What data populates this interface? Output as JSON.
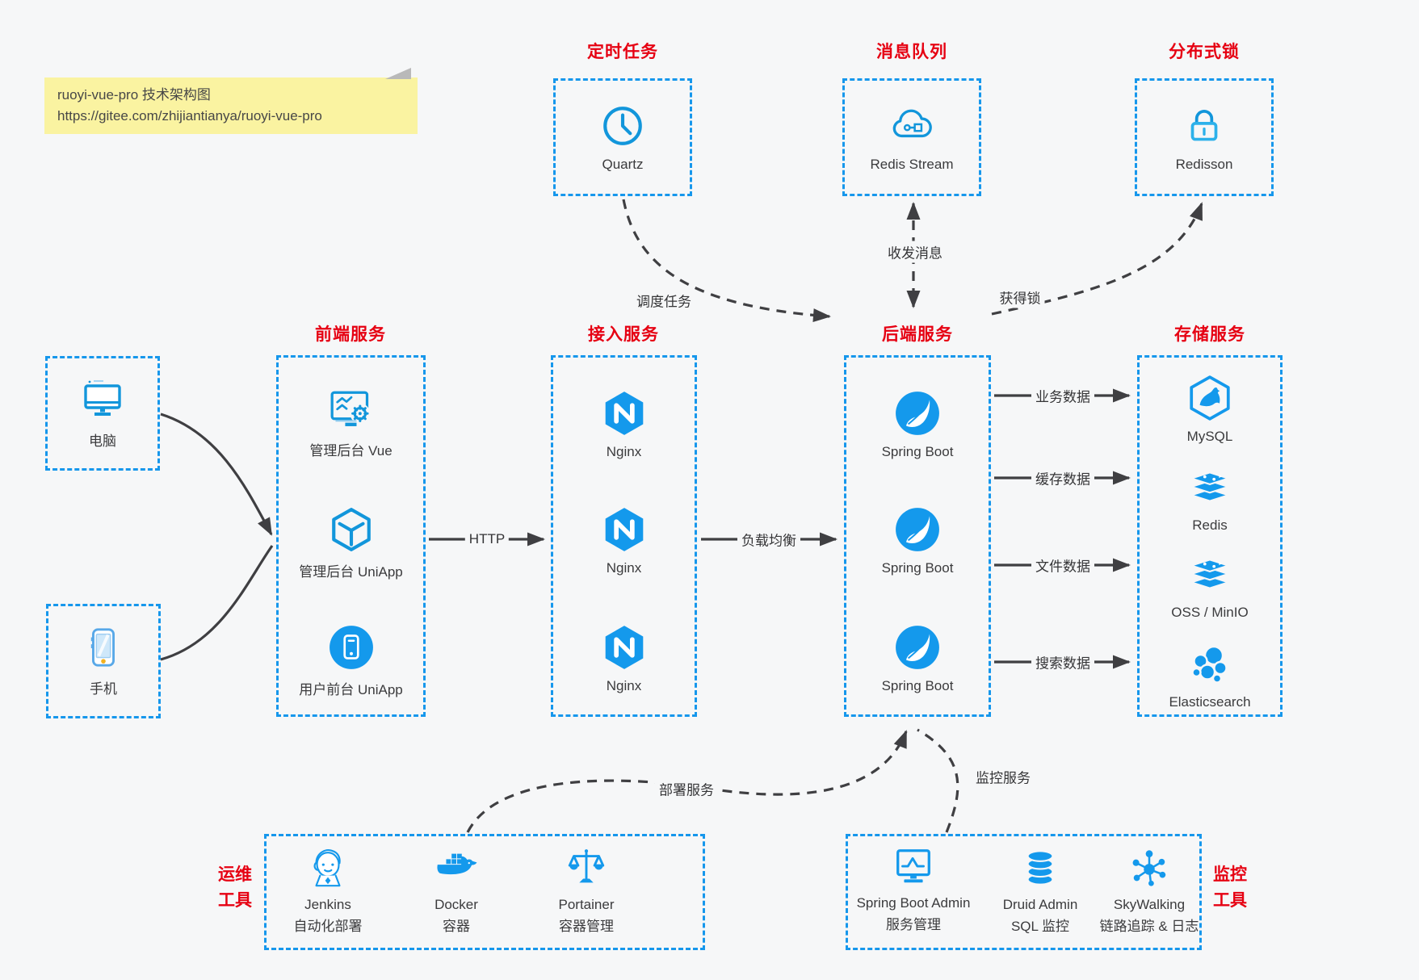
{
  "colors": {
    "accent_blue": "#1697ec",
    "title_red": "#e60012",
    "arrow": "#3f3f42",
    "note_bg": "#faf3a1",
    "icon_blue": "#1499ec"
  },
  "note": {
    "title": "ruoyi-vue-pro 技术架构图",
    "url": "https://gitee.com/zhijiantianya/ruoyi-vue-pro"
  },
  "groups": {
    "scheduled_task": {
      "title": "定时任务",
      "items": [
        {
          "label": "Quartz",
          "icon": "clock-icon"
        }
      ]
    },
    "message_queue": {
      "title": "消息队列",
      "items": [
        {
          "label": "Redis Stream",
          "icon": "cloud-stream-icon"
        }
      ]
    },
    "distributed_lock": {
      "title": "分布式锁",
      "items": [
        {
          "label": "Redisson",
          "icon": "lock-icon"
        }
      ]
    },
    "clients": {
      "items": [
        {
          "label": "电脑",
          "icon": "desktop-icon"
        },
        {
          "label": "手机",
          "icon": "smartphone-icon"
        }
      ]
    },
    "frontend": {
      "title": "前端服务",
      "items": [
        {
          "label": "管理后台 Vue",
          "icon": "admin-console-icon"
        },
        {
          "label": "管理后台 UniApp",
          "icon": "cube-icon"
        },
        {
          "label": "用户前台 UniApp",
          "icon": "mobile-app-icon"
        }
      ]
    },
    "gateway": {
      "title": "接入服务",
      "items": [
        {
          "label": "Nginx",
          "icon": "nginx-icon"
        },
        {
          "label": "Nginx",
          "icon": "nginx-icon"
        },
        {
          "label": "Nginx",
          "icon": "nginx-icon"
        }
      ]
    },
    "backend": {
      "title": "后端服务",
      "items": [
        {
          "label": "Spring Boot",
          "icon": "spring-boot-icon"
        },
        {
          "label": "Spring Boot",
          "icon": "spring-boot-icon"
        },
        {
          "label": "Spring Boot",
          "icon": "spring-boot-icon"
        }
      ]
    },
    "storage": {
      "title": "存储服务",
      "items": [
        {
          "label": "MySQL",
          "icon": "mysql-icon"
        },
        {
          "label": "Redis",
          "icon": "redis-icon"
        },
        {
          "label": "OSS / MinIO",
          "icon": "storage-stack-icon"
        },
        {
          "label": "Elasticsearch",
          "icon": "elasticsearch-icon"
        }
      ]
    },
    "ops_tools": {
      "title_line1": "运维",
      "title_line2": "工具",
      "items": [
        {
          "label": "Jenkins",
          "sublabel": "自动化部署",
          "icon": "jenkins-icon"
        },
        {
          "label": "Docker",
          "sublabel": "容器",
          "icon": "docker-icon"
        },
        {
          "label": "Portainer",
          "sublabel": "容器管理",
          "icon": "portainer-icon"
        }
      ]
    },
    "monitor_tools": {
      "title_line1": "监控",
      "title_line2": "工具",
      "items": [
        {
          "label": "Spring Boot Admin",
          "sublabel": "服务管理",
          "icon": "spring-boot-admin-icon"
        },
        {
          "label": "Druid Admin",
          "sublabel": "SQL 监控",
          "icon": "druid-icon"
        },
        {
          "label": "SkyWalking",
          "sublabel": "链路追踪 & 日志",
          "icon": "skywalking-icon"
        }
      ]
    }
  },
  "edges": {
    "schedule_task": "调度任务",
    "send_receive_message": "收发消息",
    "acquire_lock": "获得锁",
    "http": "HTTP",
    "load_balance": "负载均衡",
    "business_data": "业务数据",
    "cache_data": "缓存数据",
    "file_data": "文件数据",
    "search_data": "搜索数据",
    "deploy_service": "部署服务",
    "monitor_service": "监控服务"
  }
}
